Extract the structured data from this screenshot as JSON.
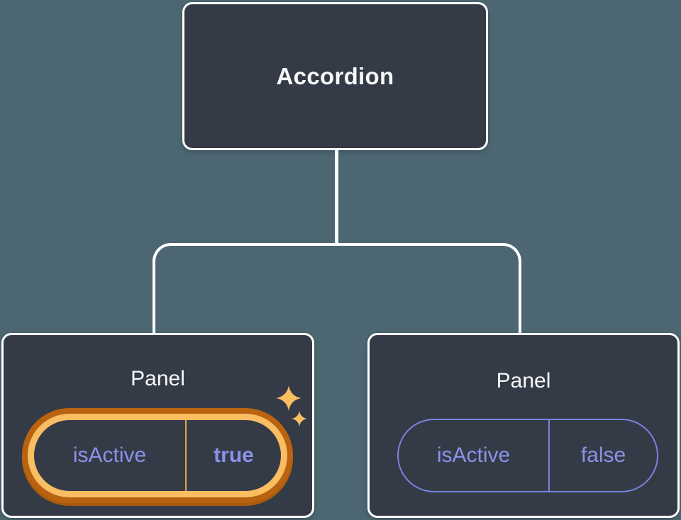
{
  "tree": {
    "root": {
      "label": "Accordion"
    },
    "children": [
      {
        "label": "Panel",
        "state": {
          "key": "isActive",
          "value": "true"
        },
        "highlighted": true,
        "icons": [
          "sparkle-icon-large",
          "sparkle-icon-small"
        ]
      },
      {
        "label": "Panel",
        "state": {
          "key": "isActive",
          "value": "false"
        },
        "highlighted": false
      }
    ]
  },
  "colors": {
    "background": "#4C6771",
    "node_fill": "#343B47",
    "node_border": "#FFFFFF",
    "node_text": "#F6F7F9",
    "connector": "#FFFFFF",
    "state_text_purple": "#8A92E8",
    "pill_border_purple": "#7983DD",
    "highlight_orange_dark": "#B96310",
    "highlight_orange_light": "#FABD62",
    "highlight_divider": "#E8A44C",
    "sparkle": "#FABD62"
  }
}
